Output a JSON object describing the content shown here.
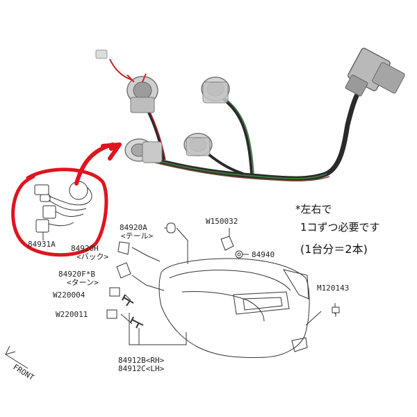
{
  "parts": {
    "harness": "84931A",
    "tail_bulb": "84920A",
    "tail_note": "<テール>",
    "back_bulb": "84920H",
    "back_note": "<バック>",
    "turn_bulb": "84920F*B",
    "turn_note": "<ターン>",
    "grommet": "W150032",
    "clip": "84940",
    "bolt": "M120143",
    "washer1": "W220004",
    "washer2": "W220011",
    "lamp_rh": "84912B<RH>",
    "lamp_lh": "84912C<LH>"
  },
  "front_label": "FRONT",
  "note": {
    "line1": "*左右で",
    "line2": "1コずつ必要です",
    "line3": "(1台分＝2本)"
  },
  "colors": {
    "annotation": "#e0141e",
    "lines": "#333333"
  }
}
